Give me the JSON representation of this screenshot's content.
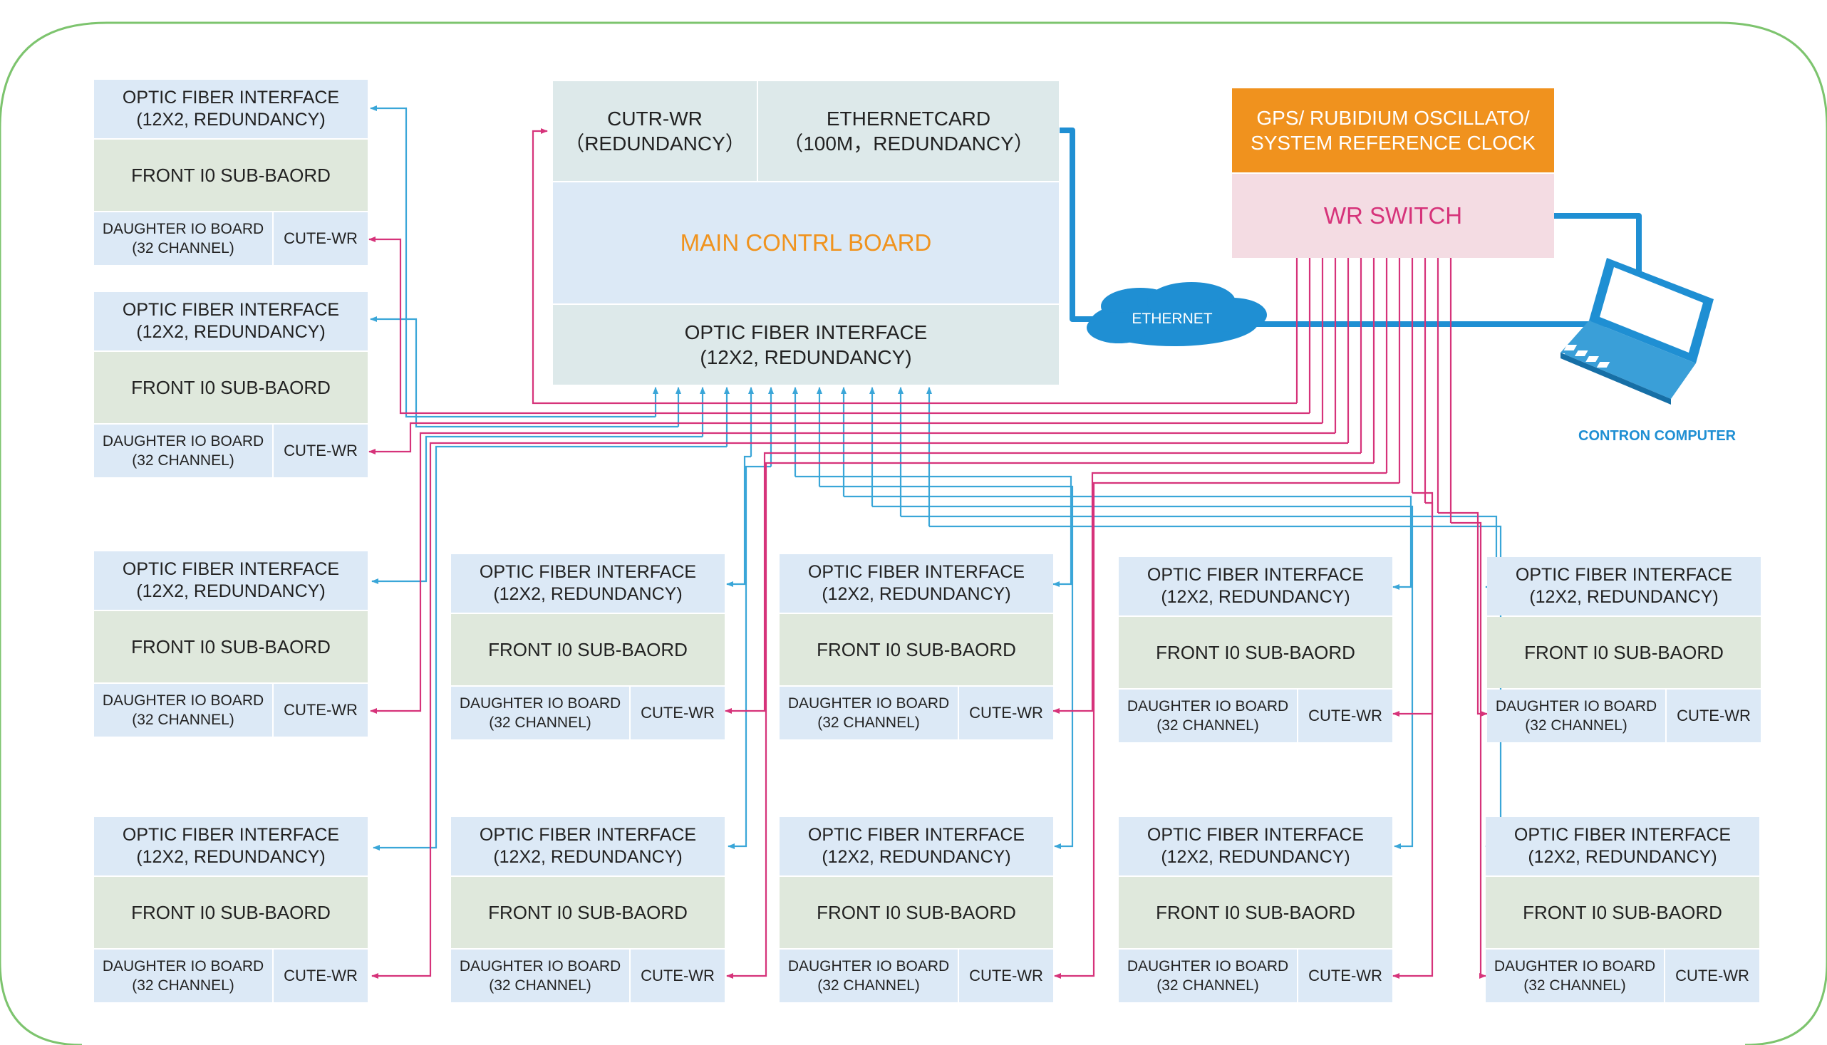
{
  "main_control": {
    "cutr_wr": "CUTR-WR\n（REDUNDANCY）",
    "ethernet_card": "ETHERNETCARD\n（100M，REDUNDANCY）",
    "title": "MAIN CONTRL BOARD",
    "optic": "OPTIC FIBER INTERFACE\n(12X2, REDUNDANCY)"
  },
  "gps": "GPS/ RUBIDIUM OSCILLATO/\nSYSTEM REFERENCE CLOCK",
  "wr_switch": "WR SWITCH",
  "ethernet_label": "ETHERNET",
  "computer_label": "CONTRON COMPUTER",
  "sub_board": {
    "optic": "OPTIC FIBER INTERFACE\n(12X2, REDUNDANCY)",
    "front": "FRONT I0 SUB-BAORD",
    "daughter": "DAUGHTER IO BOARD\n(32 CHANNEL)",
    "cute": "CUTE-WR"
  },
  "colors": {
    "frame": "#7dc46e",
    "fiber_blue": "#3aa6d8",
    "timing_pink": "#d6337a",
    "ethernet": "#1f8fd3",
    "gps_orange": "#f0921e"
  }
}
